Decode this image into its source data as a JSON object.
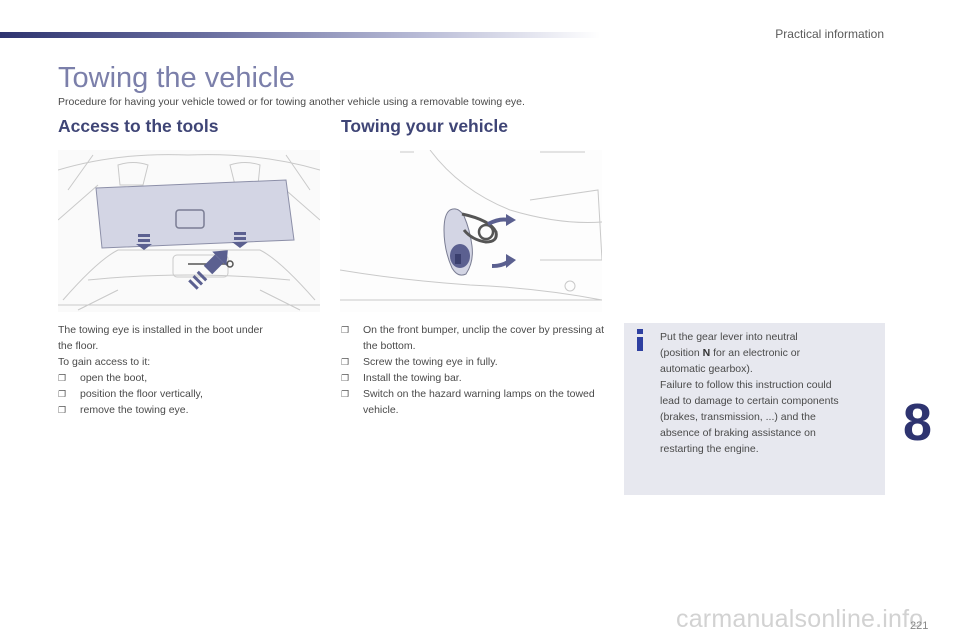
{
  "header": {
    "section": "Practical information"
  },
  "page": {
    "title": "Towing the vehicle",
    "subtitle": "Procedure for having your vehicle towed or for towing another vehicle using a removable towing eye."
  },
  "access": {
    "heading": "Access to the tools",
    "intro_1": "The towing eye is installed in the boot under",
    "intro_2": "the floor.",
    "intro_3": "To gain access to it:",
    "steps": [
      "open the boot,",
      "position the floor vertically,",
      "remove the towing eye."
    ]
  },
  "towing": {
    "heading": "Towing your vehicle",
    "steps": [
      "On the front bumper, unclip the cover by pressing at the bottom.",
      "Screw the towing eye in fully.",
      "Install the towing bar.",
      "Switch on the hazard warning lamps on the towed vehicle."
    ]
  },
  "info": {
    "line1": "Put the gear lever into neutral",
    "line2_pre": "(position ",
    "line2_bold": "N",
    "line2_post": " for an electronic or",
    "line3": "automatic gearbox).",
    "line4": "Failure to follow this instruction could",
    "line5": "lead to damage to certain components",
    "line6": "(brakes, transmission, ...) and the",
    "line7": "absence of braking assistance on",
    "line8": "restarting the engine."
  },
  "chapter_number": "8",
  "page_number": "221",
  "watermark": "carmanualsonline.info",
  "colors": {
    "accent": "#3f4576",
    "title": "#7b7faa",
    "info_bg": "#e7e8ef",
    "icon": "#2e3fa0"
  },
  "icons": {
    "bullet": "checkbox-bullet-icon",
    "info": "info-icon"
  }
}
